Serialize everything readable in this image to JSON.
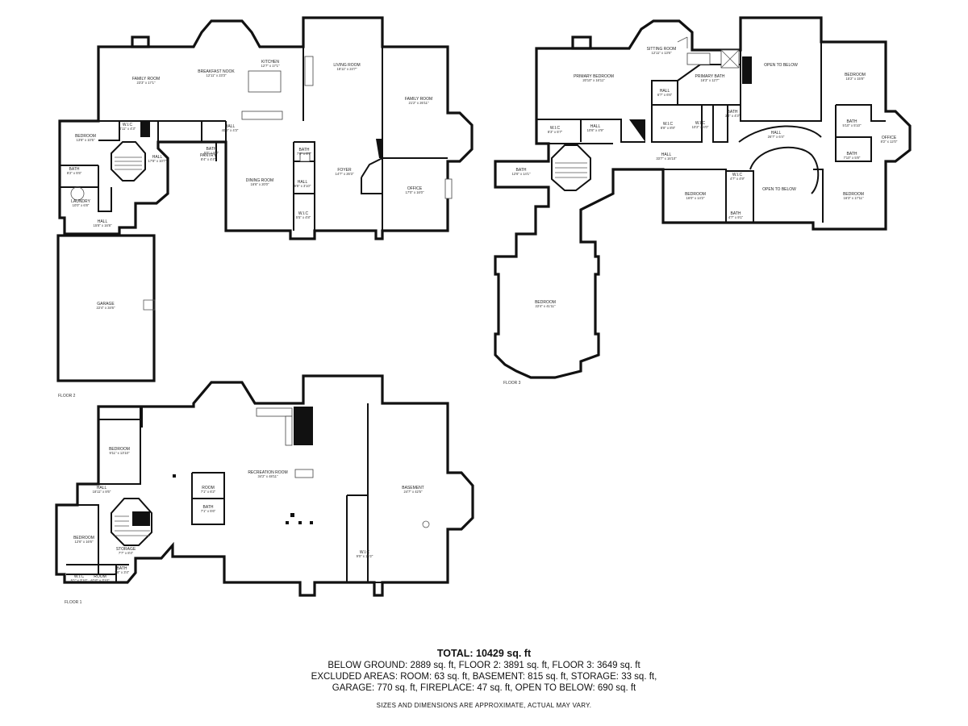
{
  "floors": [
    {
      "id": "floor2",
      "label": "FLOOR 2",
      "rooms": [
        {
          "id": "f2-family-room-1",
          "name": "FAMILY ROOM",
          "dim": "23'3\" x 17'1\""
        },
        {
          "id": "f2-breakfast-nook",
          "name": "BREAKFAST NOOK",
          "dim": "12'11\" x 23'3\""
        },
        {
          "id": "f2-kitchen",
          "name": "KITCHEN",
          "dim": "12'7\" x 17'1\""
        },
        {
          "id": "f2-living-room",
          "name": "LIVING ROOM",
          "dim": "18'11\" x 24'7\""
        },
        {
          "id": "f2-family-room-2",
          "name": "FAMILY ROOM",
          "dim": "21'2\" x 26'11\""
        },
        {
          "id": "f2-bedroom",
          "name": "BEDROOM",
          "dim": "13'8\" x 10'5\""
        },
        {
          "id": "f2-wic-1",
          "name": "W.I.C",
          "dim": "4'11\" x 4'3\""
        },
        {
          "id": "f2-hall-1",
          "name": "HALL",
          "dim": "40'6\" x 4'3\""
        },
        {
          "id": "f2-hall-2",
          "name": "HALL",
          "dim": "17'8\" x 10'7\""
        },
        {
          "id": "f2-bath-1",
          "name": "BATH",
          "dim": "8'2\" x 5'5\""
        },
        {
          "id": "f2-laundry",
          "name": "LAUNDRY",
          "dim": "10'0\" x 6'8\""
        },
        {
          "id": "f2-hall-3",
          "name": "HALL",
          "dim": "15'8\" x 16'8\""
        },
        {
          "id": "f2-bath-2",
          "name": "BATH",
          "dim": "5'0\" x 8'8\""
        },
        {
          "id": "f2-pantry",
          "name": "PANTRY",
          "dim": "8'4\" x 4'4\""
        },
        {
          "id": "f2-dining-room",
          "name": "DINING ROOM",
          "dim": "16'6\" x 20'0\""
        },
        {
          "id": "f2-bath-3",
          "name": "BATH",
          "dim": "7'0\" x 6'7\""
        },
        {
          "id": "f2-hall-4",
          "name": "HALL",
          "dim": "8'8\" x 3'10\""
        },
        {
          "id": "f2-wic-2",
          "name": "W.I.C",
          "dim": "5'5\" x 4'8\""
        },
        {
          "id": "f2-foyer",
          "name": "FOYER",
          "dim": "14'7\" x 26'3\""
        },
        {
          "id": "f2-office",
          "name": "OFFICE",
          "dim": "17'0\" x 16'0\""
        },
        {
          "id": "f2-garage",
          "name": "GARAGE",
          "dim": "22'4\" x 34'6\""
        }
      ]
    },
    {
      "id": "floor3",
      "label": "FLOOR 3",
      "rooms": [
        {
          "id": "f3-primary-bedroom",
          "name": "PRIMARY BEDROOM",
          "dim": "20'10\" x 16'11\""
        },
        {
          "id": "f3-sitting-room",
          "name": "SITTING ROOM",
          "dim": "12'11\" x 13'6\""
        },
        {
          "id": "f3-primary-bath",
          "name": "PRIMARY BATH",
          "dim": "16'3\" x 12'7\""
        },
        {
          "id": "f3-open-to-below-1",
          "name": "OPEN TO BELOW",
          "dim": ""
        },
        {
          "id": "f3-bedroom-1",
          "name": "BEDROOM",
          "dim": "15'2\" x 15'8\""
        },
        {
          "id": "f3-hall-1",
          "name": "HALL",
          "dim": "6'7\" x 6'6\""
        },
        {
          "id": "f3-wic-1",
          "name": "W.I.C",
          "dim": "8'8\" x 8'8\""
        },
        {
          "id": "f3-wic-2",
          "name": "W.I.C",
          "dim": "10'2\" x 4'0\""
        },
        {
          "id": "f3-bath-1",
          "name": "BATH",
          "dim": "3'4\" x 4'3\""
        },
        {
          "id": "f3-wic-3",
          "name": "W.I.C",
          "dim": "8'3\" x 5'7\""
        },
        {
          "id": "f3-hall-2",
          "name": "HALL",
          "dim": "10'8\" x 4'9\""
        },
        {
          "id": "f3-hall-3",
          "name": "HALL",
          "dim": "26'7\" x 6'4\""
        },
        {
          "id": "f3-hall-4",
          "name": "HALL",
          "dim": "33'7\" x 16'10\""
        },
        {
          "id": "f3-bath-2",
          "name": "BATH",
          "dim": "5'10\" x 5'10\""
        },
        {
          "id": "f3-bath-3",
          "name": "BATH",
          "dim": "7'10\" x 5'8\""
        },
        {
          "id": "f3-office",
          "name": "OFFICE",
          "dim": "8'2\" x 12'0\""
        },
        {
          "id": "f3-bath-4",
          "name": "BATH",
          "dim": "12'6\" x 14'1\""
        },
        {
          "id": "f3-bedroom-2",
          "name": "BEDROOM",
          "dim": "16'0\" x 14'2\""
        },
        {
          "id": "f3-wic-4",
          "name": "W.I.C",
          "dim": "4'7\" x 4'9\""
        },
        {
          "id": "f3-bath-5",
          "name": "BATH",
          "dim": "4'7\" x 9'1\""
        },
        {
          "id": "f3-open-to-below-2",
          "name": "OPEN TO BELOW",
          "dim": ""
        },
        {
          "id": "f3-bedroom-3",
          "name": "BEDROOM",
          "dim": "16'3\" x 17'11\""
        },
        {
          "id": "f3-bedroom-4",
          "name": "BEDROOM",
          "dim": "22'4\" x 41'11\""
        }
      ]
    },
    {
      "id": "floor1",
      "label": "FLOOR 1",
      "rooms": [
        {
          "id": "f1-bedroom-1",
          "name": "BEDROOM",
          "dim": "9'11\" x 13'10\""
        },
        {
          "id": "f1-recreation-room",
          "name": "RECREATION ROOM",
          "dim": "34'2\" x 48'11\""
        },
        {
          "id": "f1-hall",
          "name": "HALL",
          "dim": "18'11\" x 8'6\""
        },
        {
          "id": "f1-room-1",
          "name": "ROOM",
          "dim": "7'1\" x 6'2\""
        },
        {
          "id": "f1-bath",
          "name": "BATH",
          "dim": "7'1\" x 5'6\""
        },
        {
          "id": "f1-basement",
          "name": "BASEMENT",
          "dim": "24'7\" x 42'5\""
        },
        {
          "id": "f1-bedroom-2",
          "name": "BEDROOM",
          "dim": "12'6\" x 16'6\""
        },
        {
          "id": "f1-storage",
          "name": "STORAGE",
          "dim": "7'7\" x 8'4\""
        },
        {
          "id": "f1-wic-1",
          "name": "W.I.C",
          "dim": "9'0\" x 16'2\""
        },
        {
          "id": "f1-wic-2",
          "name": "W.I.C",
          "dim": "5'1\" x 3'10\""
        },
        {
          "id": "f1-room-2",
          "name": "ROOM",
          "dim": "6'10\" x 3'10\""
        },
        {
          "id": "f1-bath-2",
          "name": "BATH",
          "dim": "3'8\" x 3'4\""
        }
      ]
    }
  ],
  "summary": {
    "total": "TOTAL: 10429 sq. ft",
    "line1": "BELOW GROUND: 2889 sq. ft, FLOOR 2: 3891 sq. ft, FLOOR 3: 3649 sq. ft",
    "line2": "EXCLUDED AREAS: ROOM: 63 sq. ft, BASEMENT: 815 sq. ft, STORAGE: 33 sq. ft,",
    "line3": "GARAGE: 770 sq. ft, FIREPLACE: 47 sq. ft, OPEN TO BELOW: 690 sq. ft",
    "disclaimer": "SIZES AND DIMENSIONS ARE APPROXIMATE, ACTUAL MAY VARY."
  }
}
